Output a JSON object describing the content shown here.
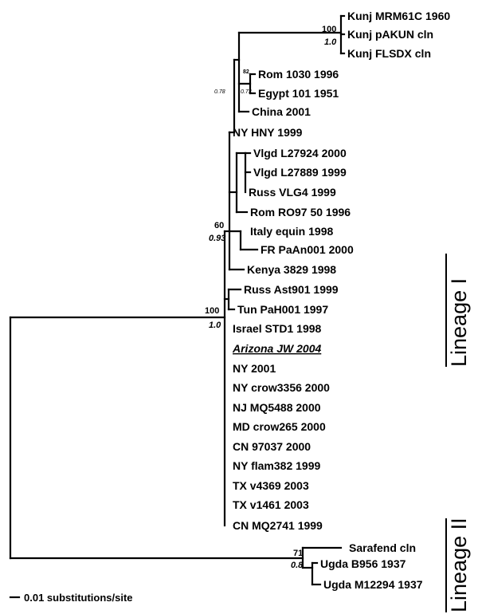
{
  "taxa": [
    {
      "label": "Kunj MRM61C 1960"
    },
    {
      "label": "Kunj pAKUN cln"
    },
    {
      "label": "Kunj FLSDX cln"
    },
    {
      "label": "Rom 1030 1996"
    },
    {
      "label": "Egypt 101 1951"
    },
    {
      "label": "China  2001"
    },
    {
      "label": "NY HNY 1999"
    },
    {
      "label": "Vlgd L27924 2000"
    },
    {
      "label": "Vlgd L27889 1999"
    },
    {
      "label": "Russ VLG4 1999"
    },
    {
      "label": "Rom RO97 50 1996"
    },
    {
      "label": "Italy equin 1998"
    },
    {
      "label": "FR PaAn001 2000"
    },
    {
      "label": "Kenya 3829 1998"
    },
    {
      "label": "Russ Ast901 1999"
    },
    {
      "label": "Tun PaH001 1997"
    },
    {
      "label": "Israel STD1 1998"
    },
    {
      "label": "Arizona JW 2004"
    },
    {
      "label": "NY  2001"
    },
    {
      "label": "NY crow3356 2000"
    },
    {
      "label": "NJ MQ5488 2000"
    },
    {
      "label": "MD crow265 2000"
    },
    {
      "label": "CN 97037 2000"
    },
    {
      "label": "NY flam382 1999"
    },
    {
      "label": "TX v4369 2003"
    },
    {
      "label": "TX v1461 2003"
    },
    {
      "label": "CN MQ2741 1999"
    },
    {
      "label": "Sarafend  cln"
    },
    {
      "label": "Ugda B956 1937"
    },
    {
      "label": "Ugda M12294 1937"
    }
  ],
  "node_support": [
    {
      "bootstrap": "100",
      "posterior": "1.0"
    },
    {
      "bootstrap": "82",
      "posterior": "0.73"
    },
    {
      "bootstrap": "",
      "posterior": "0.78"
    },
    {
      "bootstrap": "60",
      "posterior": "0.93"
    },
    {
      "bootstrap": "100",
      "posterior": "1.0"
    },
    {
      "bootstrap": "71",
      "posterior": "0.8"
    }
  ],
  "lineages": [
    {
      "label": "Lineage I"
    },
    {
      "label": "Lineage II"
    }
  ],
  "scale_bar": {
    "label": "0.01 substitutions/site"
  }
}
